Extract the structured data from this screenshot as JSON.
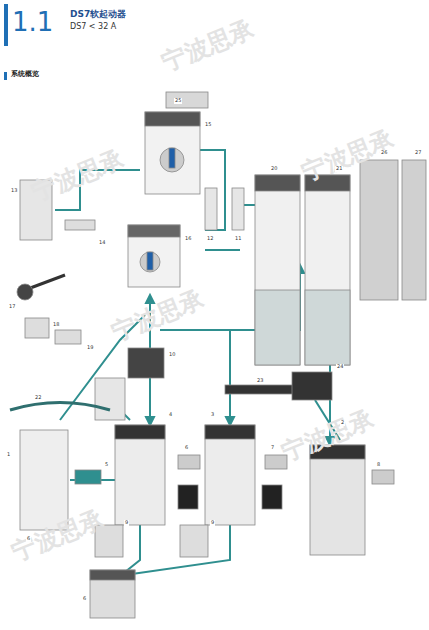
{
  "diagram": {
    "title": "DS7软起动器",
    "labels": [
      "1.1",
      "DS7 < 32 A",
      "系统概览",
      "25",
      "15",
      "13",
      "14",
      "16",
      "12",
      "11",
      "17",
      "18",
      "19",
      "20",
      "21",
      "26",
      "27",
      "10",
      "22",
      "23",
      "24",
      "1",
      "5",
      "4",
      "3",
      "2",
      "6",
      "7",
      "8",
      "9",
      "9",
      "6",
      "6",
      "宁波思承",
      "宁波思承",
      "宁波思承",
      "宁波思承",
      "宁波思承",
      "宁波思承"
    ]
  }
}
